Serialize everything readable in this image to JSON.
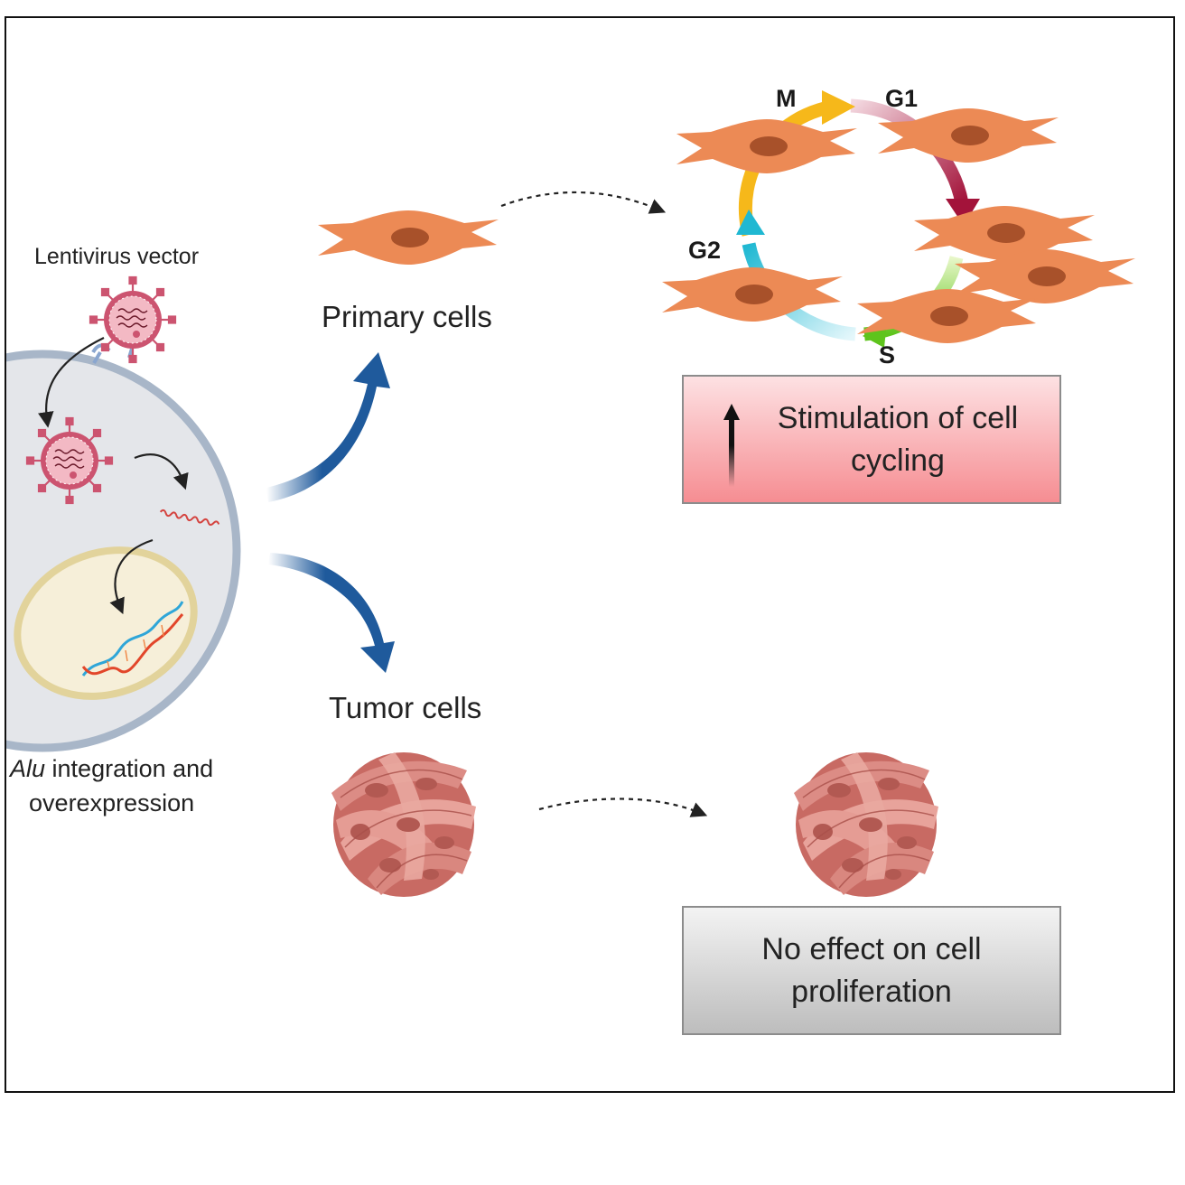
{
  "labels": {
    "lentivirus": "Lentivirus vector",
    "primary": "Primary cells",
    "tumor": "Tumor cells",
    "alu_italic": "Alu",
    "alu_rest": " integration and",
    "alu_line2": "overexpression"
  },
  "phases": {
    "m": "M",
    "g1": "G1",
    "g2": "G2",
    "s": "S"
  },
  "boxes": {
    "stimulation_line1": "Stimulation of cell",
    "stimulation_line2": "cycling",
    "noeffect_line1": "No effect on cell",
    "noeffect_line2": "proliferation"
  },
  "colors": {
    "cell_body": "#ec8a55",
    "nucleus": "#a8512a",
    "arrow_blue": "#1f5a9c",
    "phase_m": "#f6b81a",
    "phase_g1": "#a3133a",
    "phase_s": "#5ec41c",
    "phase_g2": "#1fb8d2",
    "virus": "#cc5470",
    "stim_box": "#f68d92",
    "noeffect_box": "#bdbdbd"
  }
}
